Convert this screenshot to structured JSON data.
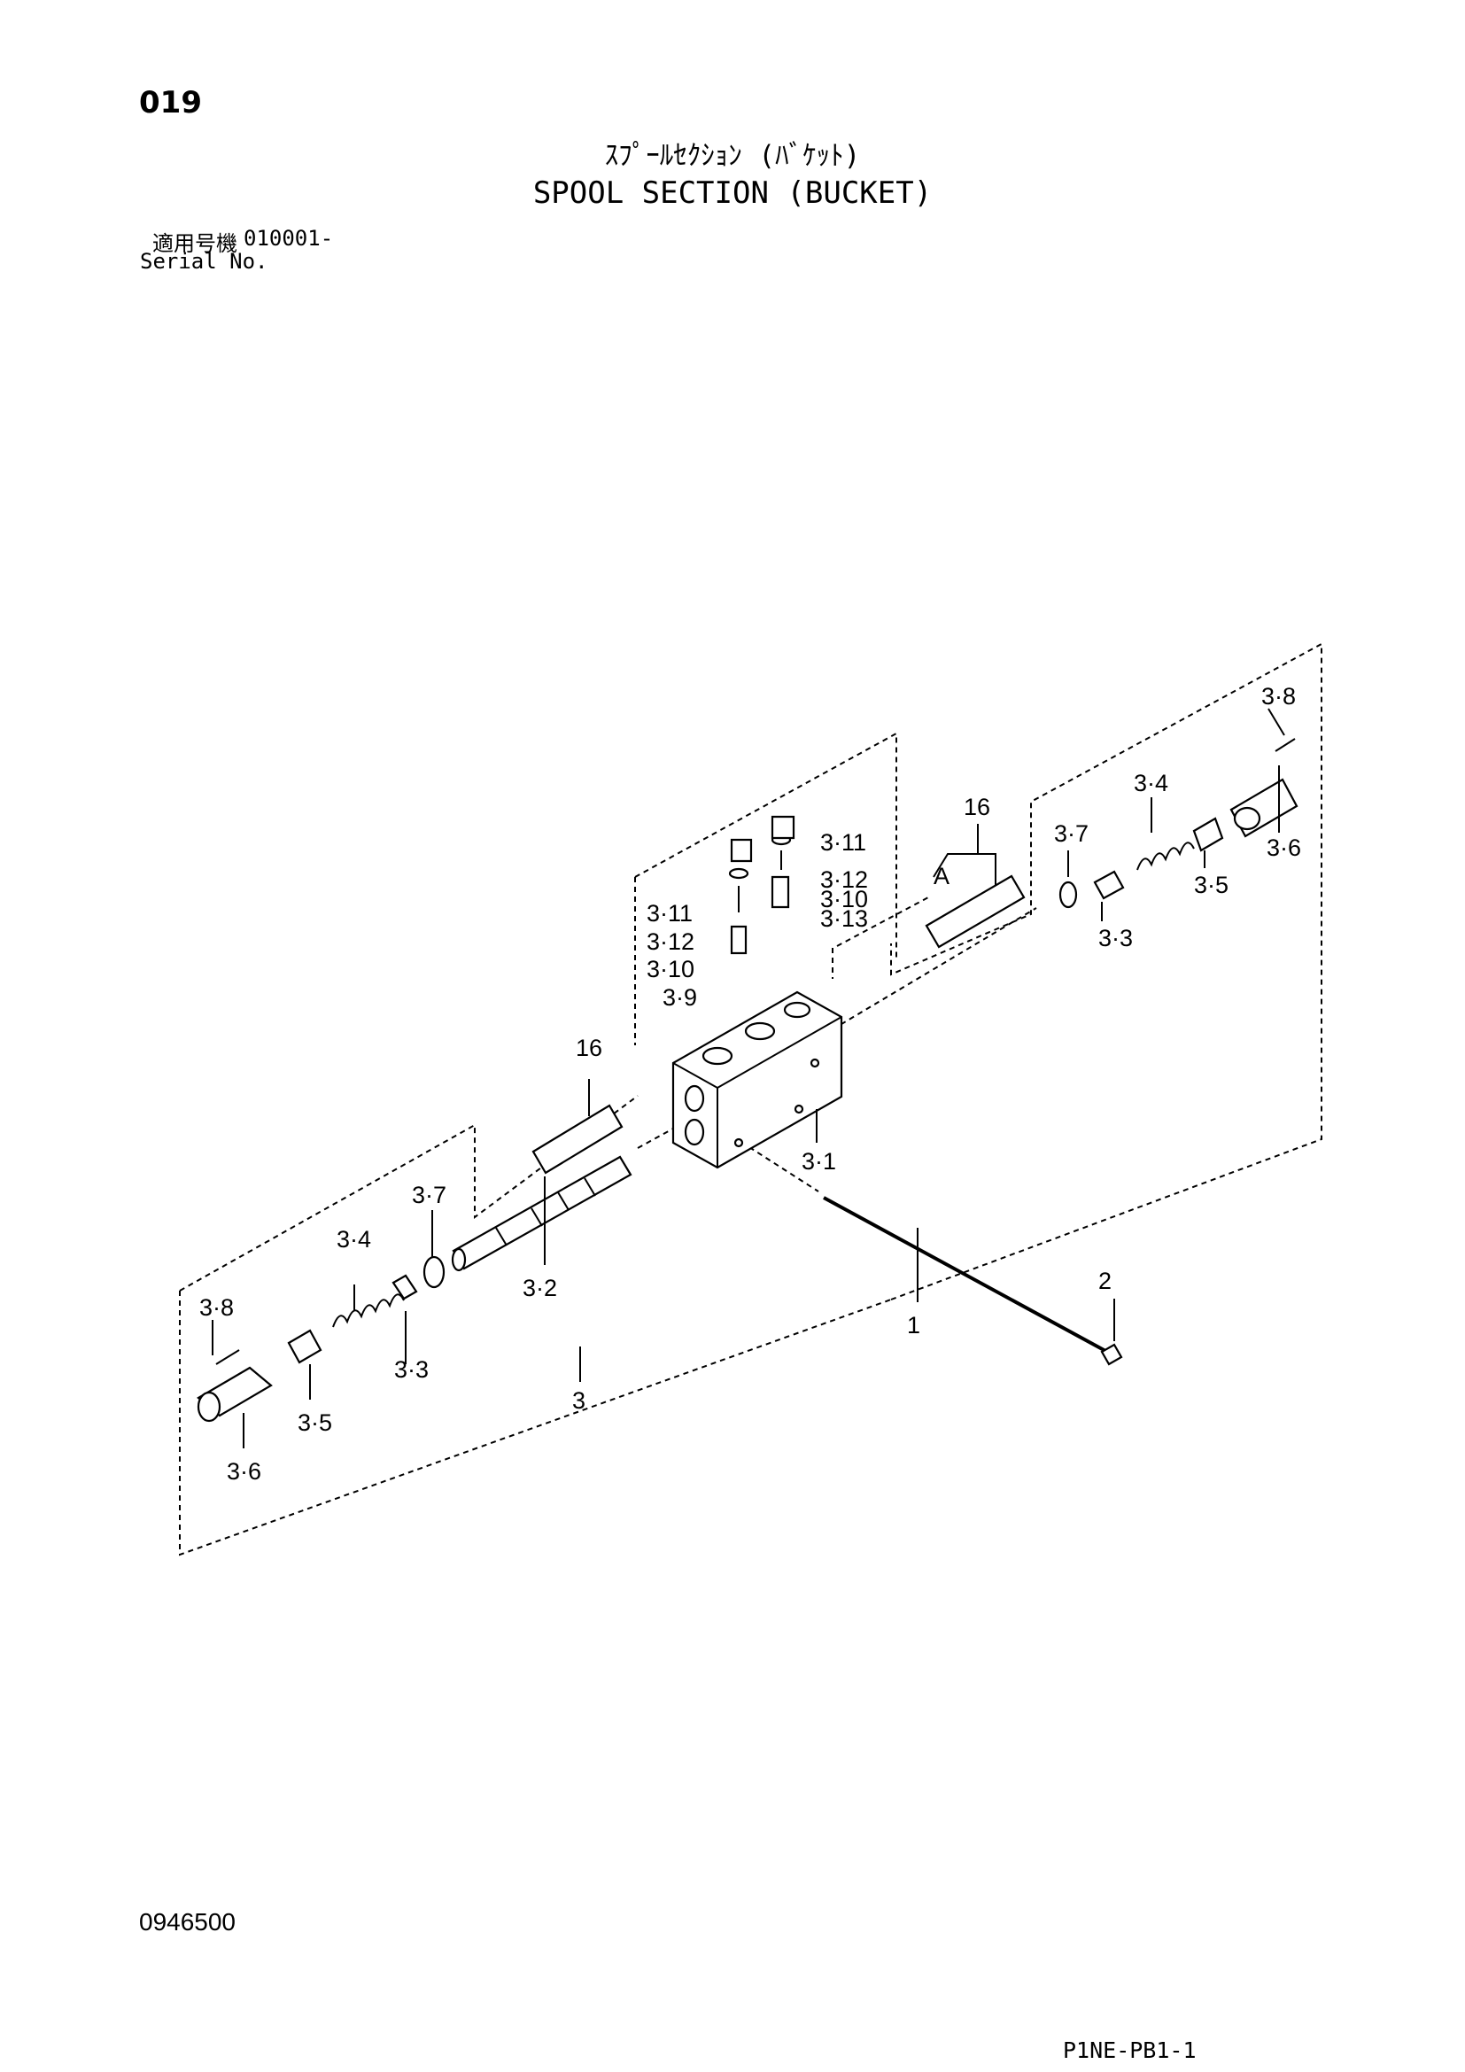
{
  "header": {
    "page_number": "019",
    "title_jp": "ｽﾌﾟｰﾙｾｸｼｮﾝ (ﾊﾞｹｯﾄ)",
    "title_en": "SPOOL SECTION (BUCKET)",
    "serial_label_jp": "適用号機",
    "serial_value": "010001-",
    "serial_label_en": "Serial No."
  },
  "footer": {
    "doc_code": "0946500",
    "page_code": "P1NE-PB1-1"
  },
  "diagram": {
    "labels": {
      "p1": "1",
      "p2": "2",
      "p3": "3",
      "p3_1": "3·1",
      "p3_2": "3·2",
      "p3_3_left": "3·3",
      "p3_3_right": "3·3",
      "p3_4_left": "3·4",
      "p3_4_right": "3·4",
      "p3_5_left": "3·5",
      "p3_5_right": "3·5",
      "p3_6_left": "3·6",
      "p3_6_right": "3·6",
      "p3_7_left": "3·7",
      "p3_7_right": "3·7",
      "p3_8_left": "3·8",
      "p3_8_right": "3·8",
      "p3_9": "3·9",
      "p3_10_left": "3·10",
      "p3_10_right": "3·10",
      "p3_11_left": "3·11",
      "p3_11_right": "3·11",
      "p3_12_left": "3·12",
      "p3_12_right": "3·12",
      "p3_13": "3·13",
      "p16_left": "16",
      "p16_right": "16",
      "a": "A"
    }
  }
}
